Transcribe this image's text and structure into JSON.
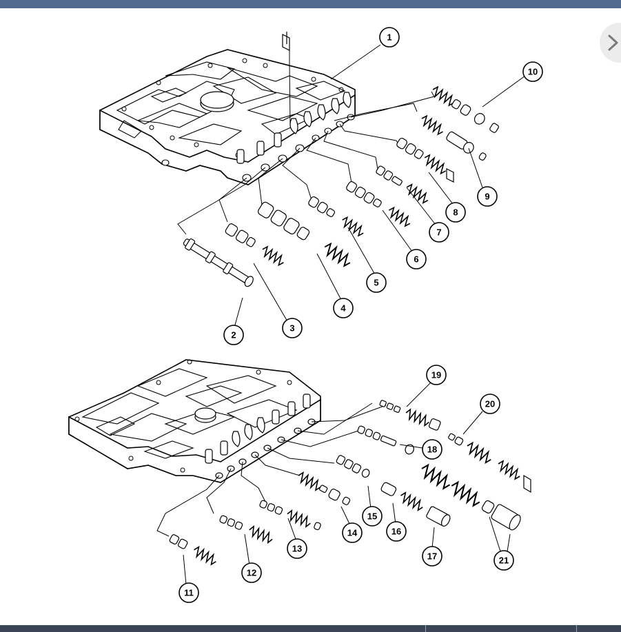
{
  "diagram": {
    "upper_callouts": [
      "1",
      "2",
      "3",
      "4",
      "5",
      "6",
      "7",
      "8",
      "9",
      "10"
    ],
    "lower_callouts": [
      "11",
      "12",
      "13",
      "14",
      "15",
      "16",
      "17",
      "18",
      "19",
      "20",
      "21"
    ]
  },
  "icons": {
    "next": "chevron-right-icon"
  },
  "colors": {
    "top_bar": "#4f6a8c",
    "bottom_bar": "#3a4657",
    "nav_button": "#ececec"
  }
}
